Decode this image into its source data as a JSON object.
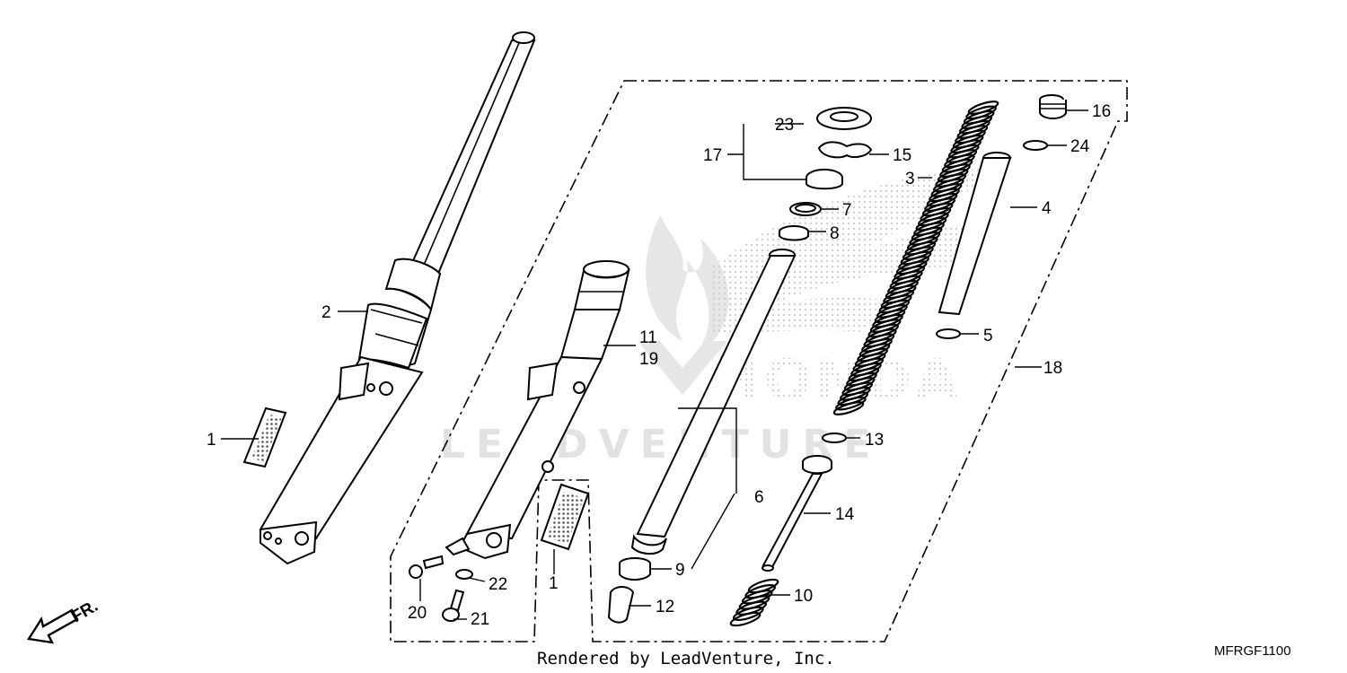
{
  "watermark": {
    "text": "LEADVENTURE",
    "brand": "HONDA",
    "color": "#dcdcdc"
  },
  "footer": {
    "credit": "Rendered by LeadVenture, Inc.",
    "code": "MFRGF1100"
  },
  "direction_marker": {
    "label": "FR.",
    "icon": "arrow-front-icon"
  },
  "callouts": {
    "c1a": "1",
    "c1b": "1",
    "c2": "2",
    "c3": "3",
    "c4": "4",
    "c5": "5",
    "c6": "6",
    "c7": "7",
    "c8": "8",
    "c9": "9",
    "c10": "10",
    "c11": "11",
    "c12": "12",
    "c13": "13",
    "c14": "14",
    "c15": "15",
    "c16": "16",
    "c17": "17",
    "c18": "18",
    "c19": "19",
    "c20": "20",
    "c21": "21",
    "c22": "22",
    "c23": "23",
    "c24": "24"
  }
}
